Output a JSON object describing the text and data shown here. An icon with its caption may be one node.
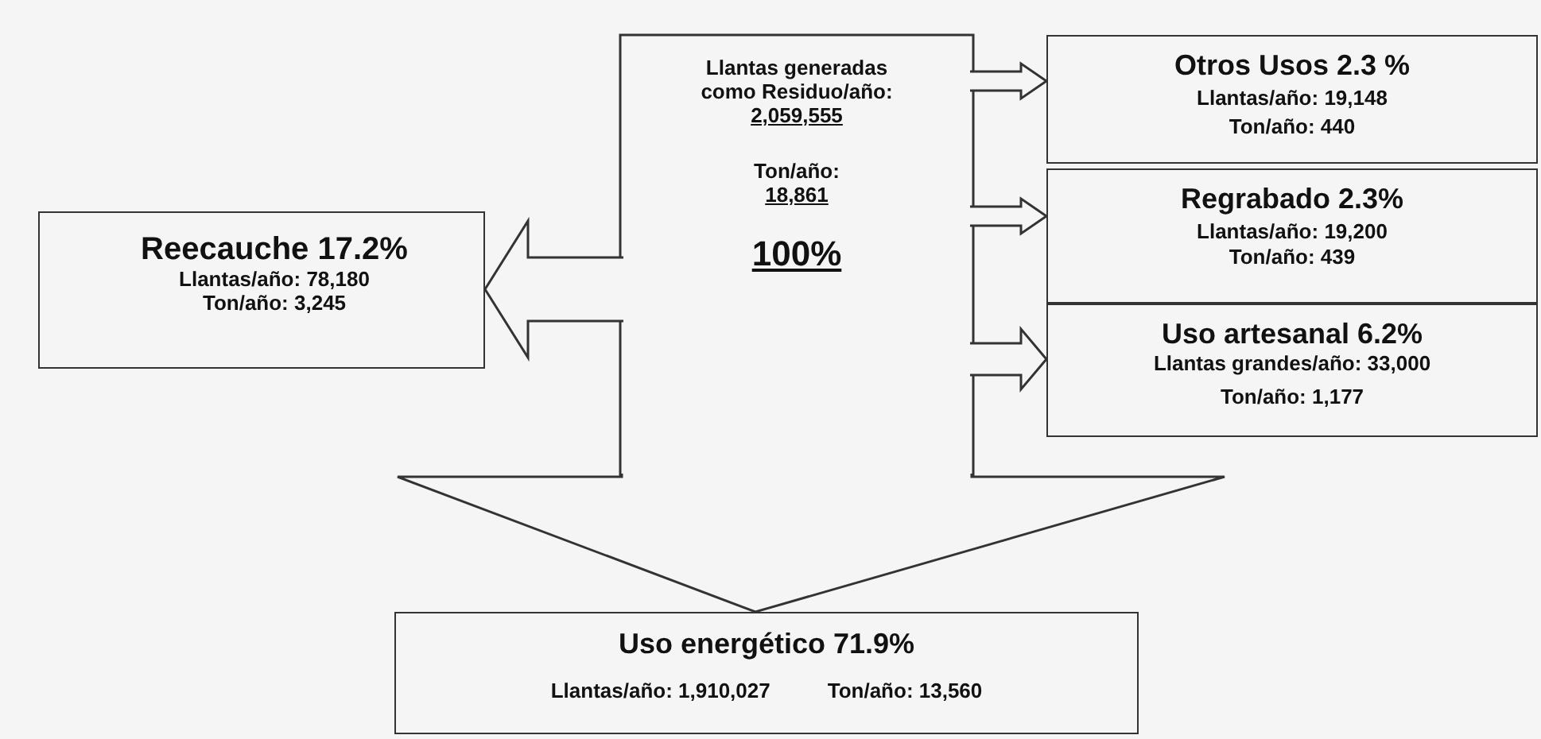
{
  "diagram": {
    "nodes": [
      {
        "text": [
          "Llantas generadas como Residuo/año:",
          "2,059,555",
          "Ton/año:",
          "18,861",
          "100%"
        ]
      },
      {
        "text": [
          "Reecauche 17.2%",
          "Llantas/año: 78,180",
          "Ton/año: 3,245"
        ]
      },
      {
        "text": [
          "Otros Usos 2.3 %",
          "Llantas/año: 19,148",
          "Ton/año: 440"
        ]
      },
      {
        "text": [
          "Regrabado 2.3%",
          "Llantas/año: 19,200",
          "Ton/año: 439"
        ]
      },
      {
        "text": [
          "Uso artesanal 6.2%",
          "Llantas grandes/año: 33,000",
          "Ton/año: 1,177"
        ]
      },
      {
        "text": [
          "Uso energético 71.9%",
          "Llantas/año: 1,910,027",
          "Ton/año: 13,560"
        ]
      }
    ],
    "edges": [
      {
        "from": 0,
        "to": 1,
        "arrow": "to"
      },
      {
        "from": 0,
        "to": 2,
        "arrow": "to"
      },
      {
        "from": 0,
        "to": 3,
        "arrow": "to"
      },
      {
        "from": 0,
        "to": 4,
        "arrow": "to"
      },
      {
        "from": 0,
        "to": 5,
        "arrow": "to"
      }
    ]
  }
}
